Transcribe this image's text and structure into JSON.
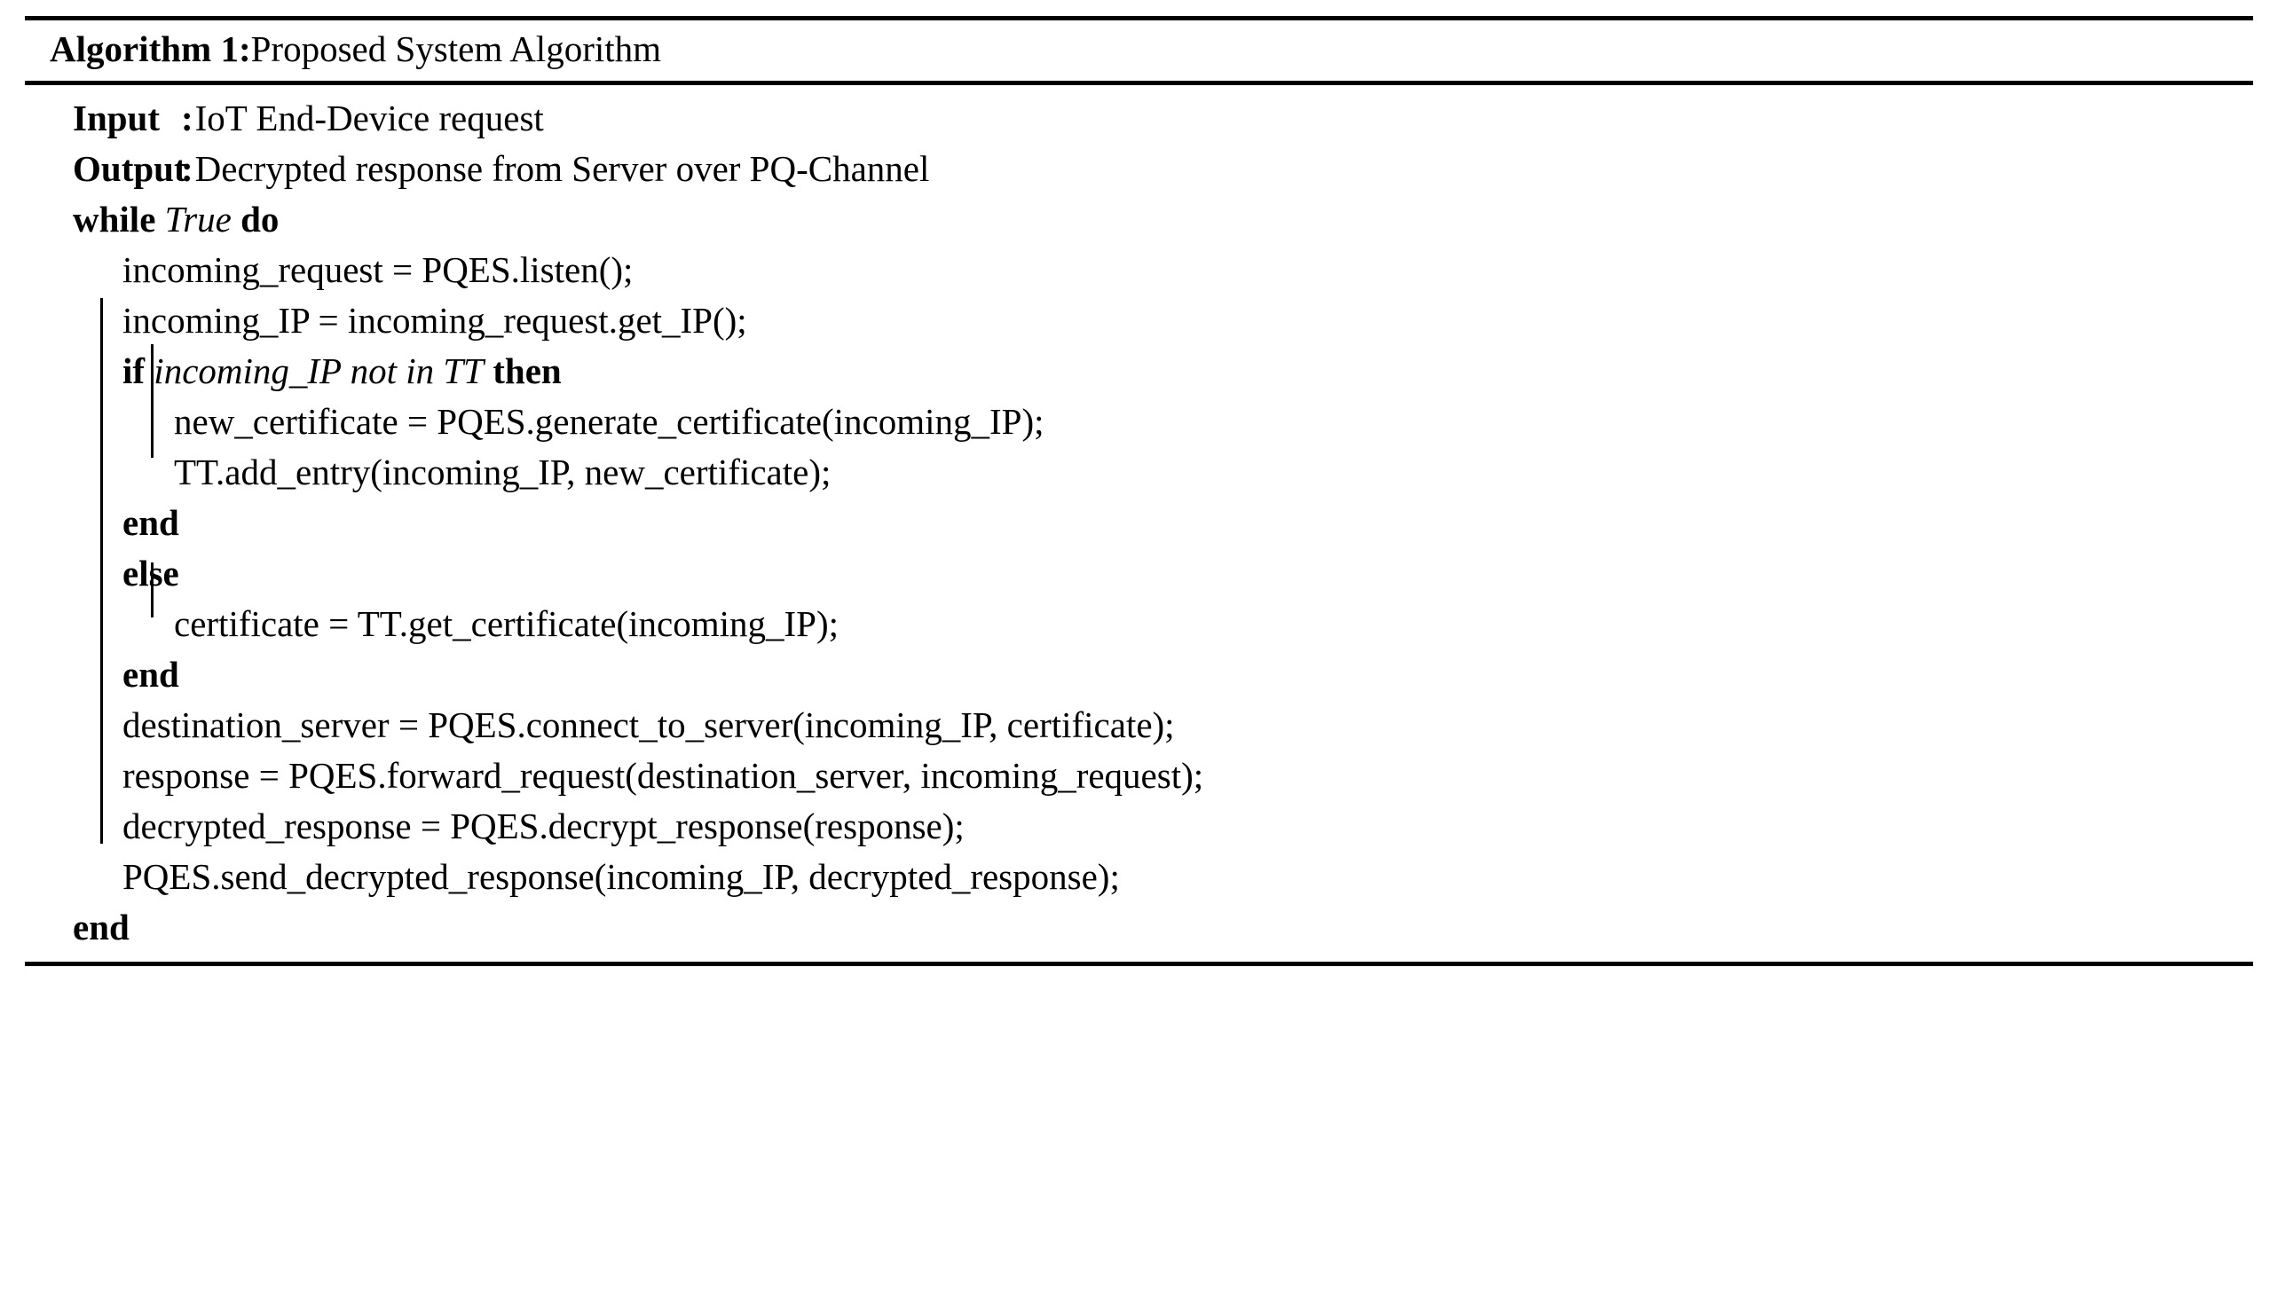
{
  "document": {
    "type": "algorithm-pseudocode-float"
  },
  "caption": {
    "label": "Algorithm 1:",
    "title": "Proposed System Algorithm"
  },
  "io": {
    "input": {
      "key": "Input",
      "colon": ":",
      "value": "IoT End-Device request"
    },
    "output": {
      "key": "Output",
      "colon": ":",
      "value": "Decrypted response from Server over PQ-Channel"
    }
  },
  "keywords": {
    "while": "while",
    "true": "True",
    "do": "do",
    "if": "if",
    "then": "then",
    "else": "else",
    "end": "end"
  },
  "conditions": {
    "while_condition": "True",
    "if_condition": "incoming_IP not in TT"
  },
  "statements": {
    "listen": "incoming_request = PQES.listen();",
    "get_ip": "incoming_IP = incoming_request.get_IP();",
    "generate_certificate": "new_certificate = PQES.generate_certificate(incoming_IP);",
    "add_entry": "TT.add_entry(incoming_IP, new_certificate);",
    "get_certificate": "certificate = TT.get_certificate(incoming_IP);",
    "connect_to_server": "destination_server = PQES.connect_to_server(incoming_IP, certificate);",
    "forward_request": "response = PQES.forward_request(destination_server, incoming_request);",
    "decrypt_response": "decrypted_response = PQES.decrypt_response(response);",
    "send_decrypted_response": "PQES.send_decrypted_response(incoming_IP, decrypted_response);"
  },
  "ends": {
    "end_if": "end",
    "end_else": "end",
    "end_while": "end"
  },
  "colors": {
    "text": "#000000",
    "rule": "#000000",
    "background": "#ffffff"
  }
}
